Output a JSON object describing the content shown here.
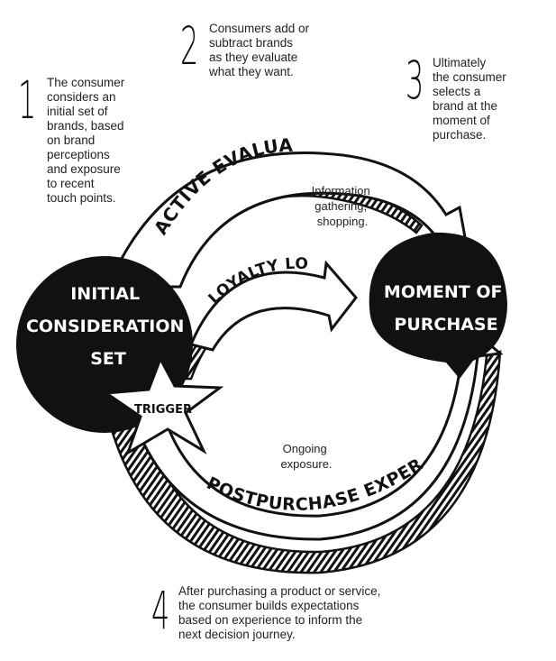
{
  "steps": [
    {
      "number": "1",
      "lines": [
        "The consumer",
        "considers an",
        "initial set of",
        "brands, based",
        "on brand",
        "perceptions",
        "and exposure",
        "to recent",
        "touch points."
      ]
    },
    {
      "number": "2",
      "lines": [
        "Consumers add or",
        "subtract brands",
        "as they evaluate",
        "what they want."
      ]
    },
    {
      "number": "3",
      "lines": [
        "Ultimately",
        "the consumer",
        "selects a",
        "brand at the",
        "moment of",
        "purchase."
      ]
    },
    {
      "number": "4",
      "lines": [
        "After purchasing a product or service,",
        "the consumer builds expectations",
        "based on experience to inform the",
        "next decision journey."
      ]
    }
  ],
  "nodes": {
    "initial": [
      "INITIAL",
      "CONSIDERATION",
      "SET"
    ],
    "moment": [
      "MOMENT OF",
      "PURCHASE"
    ],
    "trigger": "TRIGGER"
  },
  "arcs": {
    "active": "ACTIVE EVALUATION",
    "loyalty": "LOYALTY LOOP",
    "postpurchase": "POSTPURCHASE EXPERIENCE"
  },
  "annotations": {
    "info": [
      "Information",
      "gathering,",
      "shopping."
    ],
    "ongoing": [
      "Ongoing",
      "exposure."
    ]
  },
  "colors": {
    "ink": "#111111",
    "paper": "#ffffff"
  }
}
